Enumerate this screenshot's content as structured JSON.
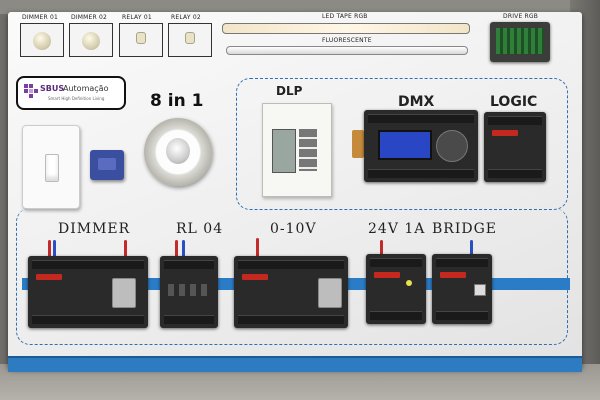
{
  "top_row": {
    "dimmer_01": "DIMMER 01",
    "dimmer_02": "DIMMER 02",
    "relay_01": "RELAY 01",
    "relay_02": "RELAY 02",
    "led_tape": "LED TAPE RGB",
    "fluorescent": "FLUORESCENTE",
    "driver_rgb": "DRIVE RGB"
  },
  "logo": {
    "brand": "SBUS",
    "suffix": "Automação",
    "tagline": "Smart High Definition Living"
  },
  "sections": {
    "eight_in_one": "8 in 1",
    "dlp": "DLP",
    "dmx": "DMX",
    "logic": "LOGIC",
    "dimmer": "DIMMER",
    "rl04": "RL 04",
    "zero_ten": "0-10V",
    "power": "24V 1A",
    "bridge": "BRIDGE"
  },
  "colors": {
    "board": "#f2f2f2",
    "accent_blue": "#2b7cc6",
    "module_black": "#2a2a2a",
    "brand_red": "#c4281f"
  }
}
